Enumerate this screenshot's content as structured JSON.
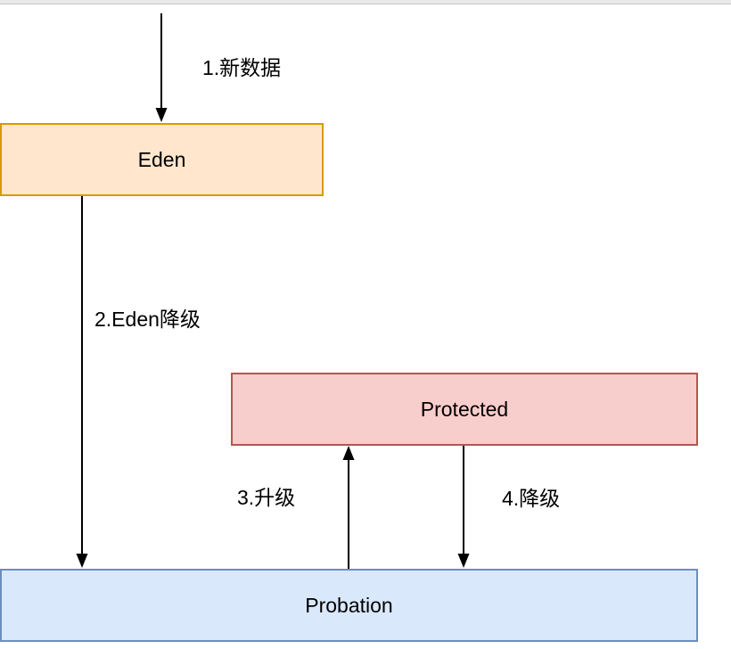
{
  "chrome": {
    "top_strip_color": "#e9e9e9",
    "top_strip_border": "#c6c6c6"
  },
  "diagram": {
    "type": "flow-diagram",
    "background": "#ffffff",
    "arrow_color": "#000000",
    "text_color": "#000000",
    "nodes": [
      {
        "id": "eden",
        "label": "Eden",
        "fill": "#ffe6cc",
        "border": "#d79b00"
      },
      {
        "id": "protected",
        "label": "Protected",
        "fill": "#f8cecc",
        "border": "#b85450"
      },
      {
        "id": "probation",
        "label": "Probation",
        "fill": "#dae8fc",
        "border": "#6c8ebf"
      }
    ],
    "edges": [
      {
        "id": "new-data",
        "label": "1.新数据",
        "from": "outside-top",
        "to": "eden",
        "direction": "down"
      },
      {
        "id": "eden-demote",
        "label": "2.Eden降级",
        "from": "eden",
        "to": "probation",
        "direction": "down"
      },
      {
        "id": "promote",
        "label": "3.升级",
        "from": "probation",
        "to": "protected",
        "direction": "up"
      },
      {
        "id": "demote",
        "label": "4.降级",
        "from": "protected",
        "to": "probation",
        "direction": "down"
      }
    ]
  }
}
